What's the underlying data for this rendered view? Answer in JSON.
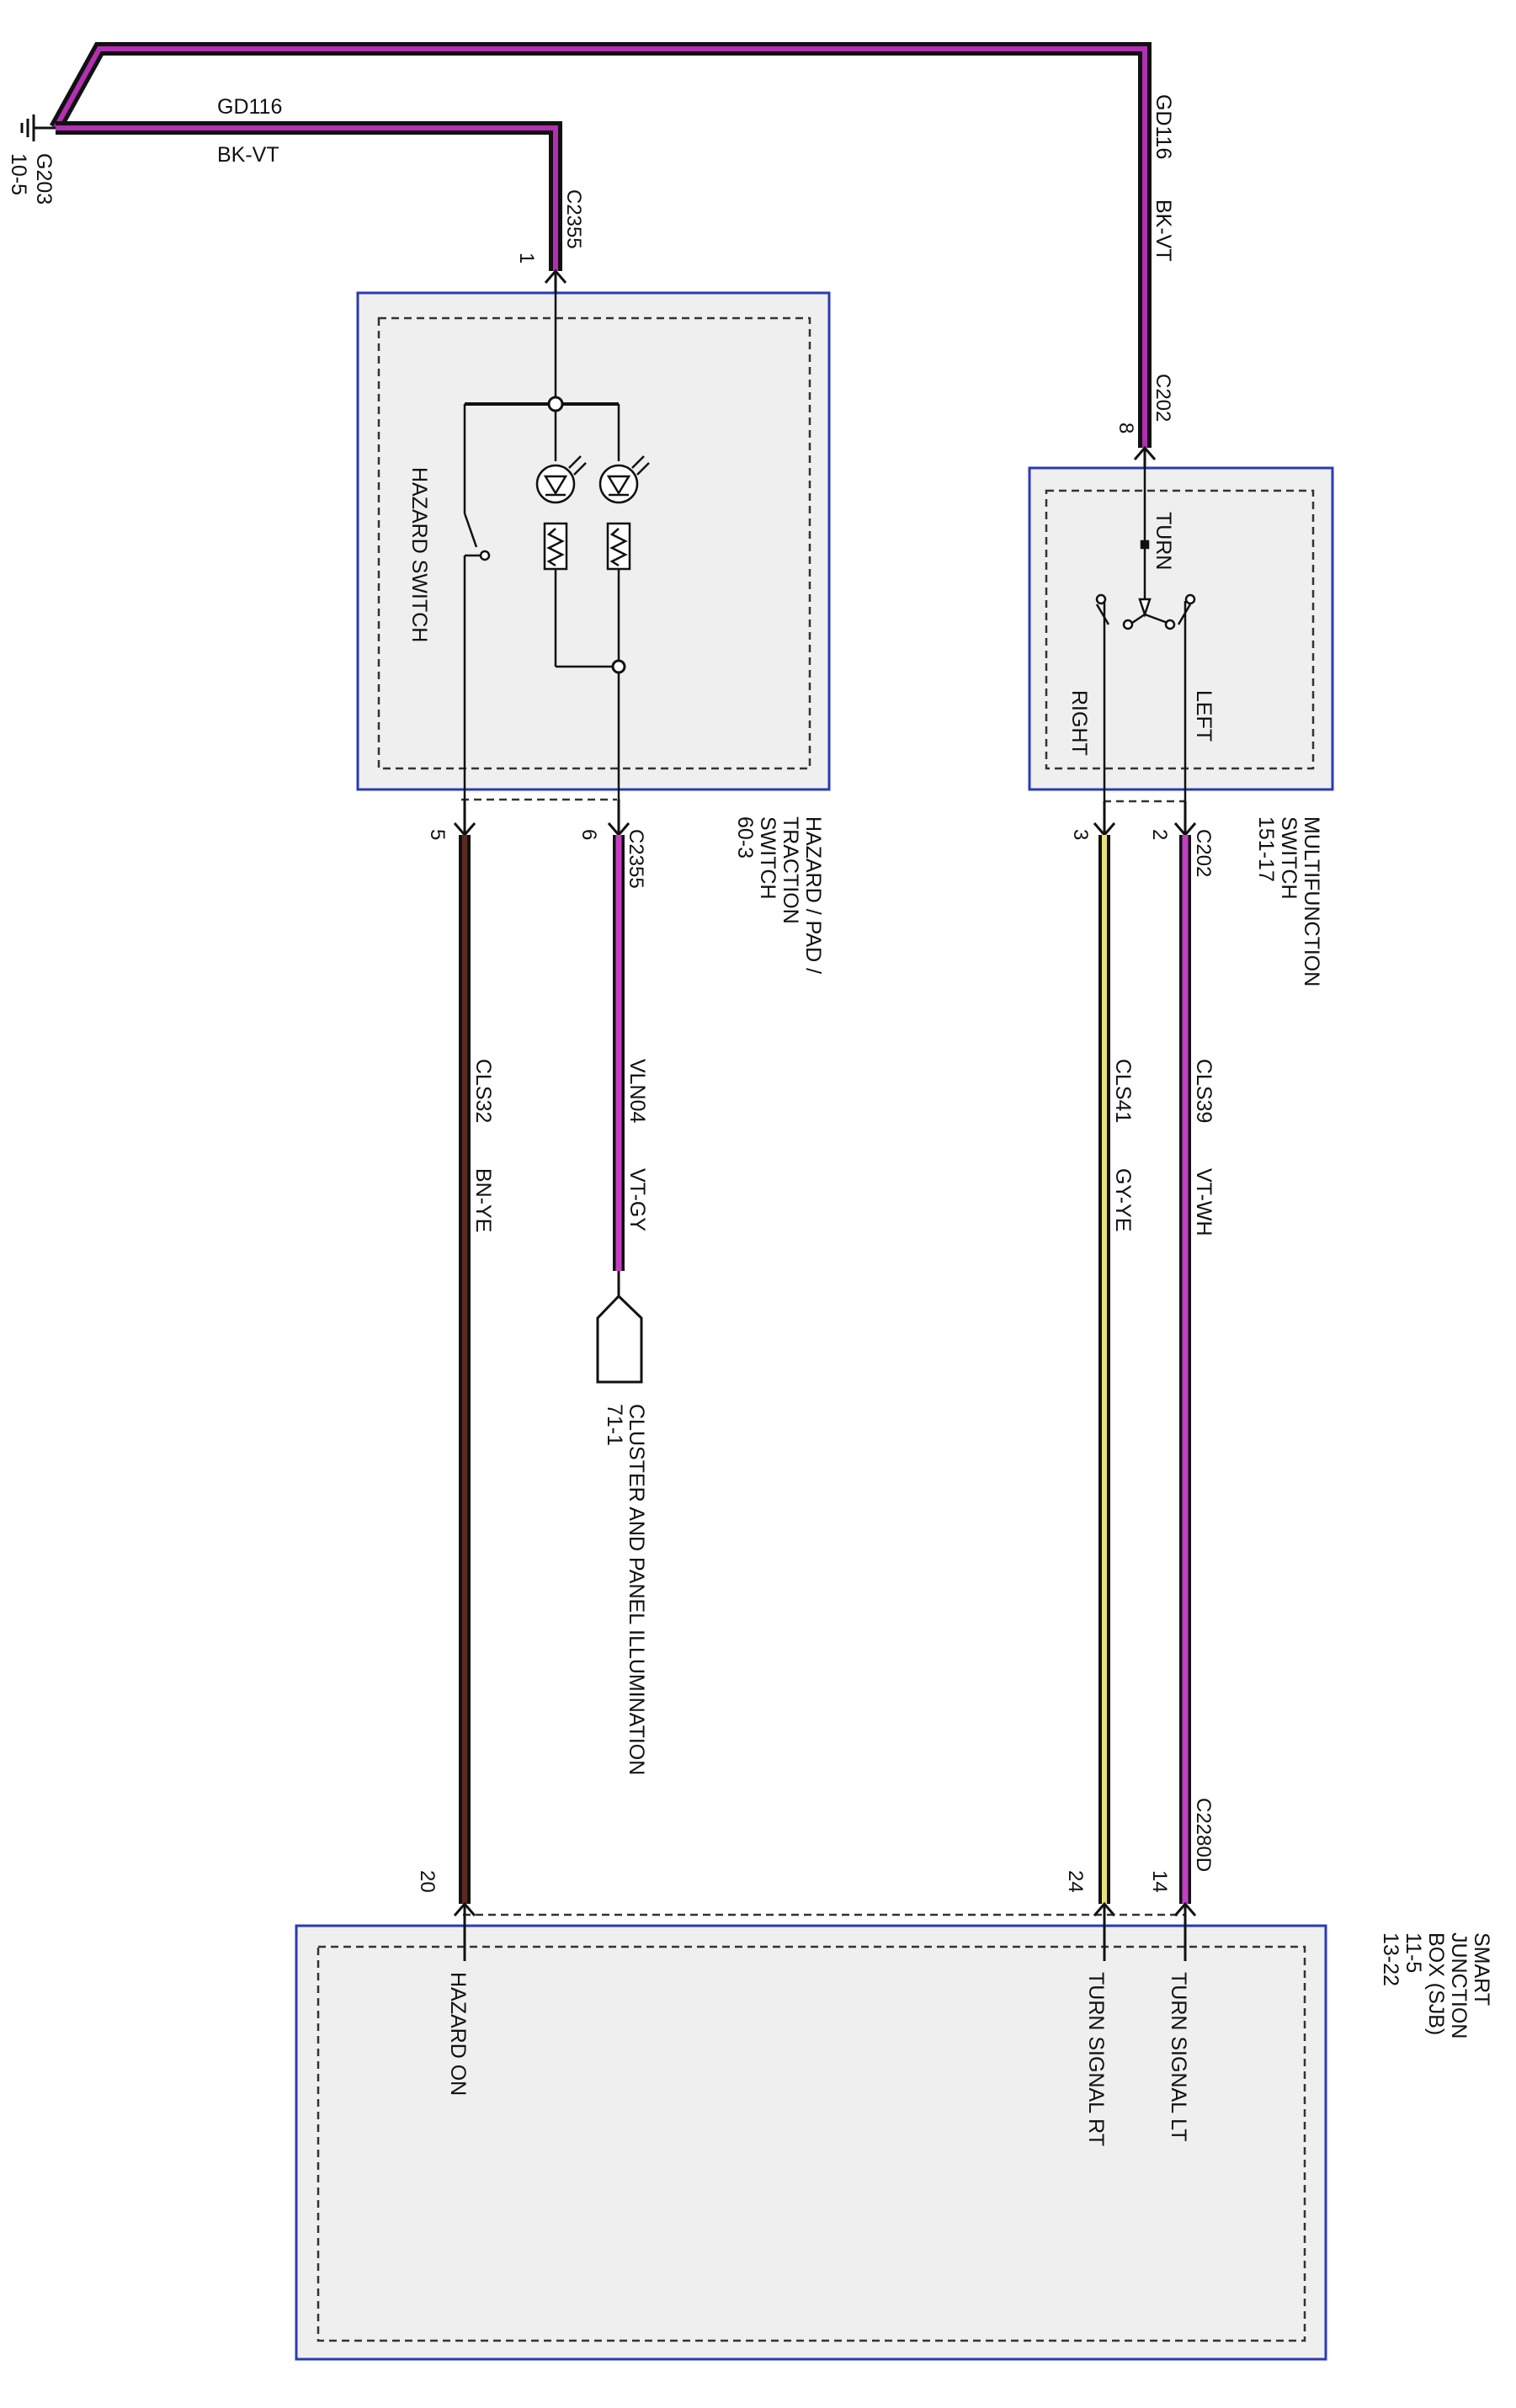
{
  "ground": {
    "connector": "G203",
    "ref": "10-5"
  },
  "wires": {
    "ground_left": {
      "circuit": "GD116",
      "color": "BK-VT"
    },
    "ground_right": {
      "circuit": "GD116",
      "color": "BK-VT"
    },
    "cls32": {
      "circuit": "CLS32",
      "color": "BN-YE"
    },
    "vln04": {
      "circuit": "VLN04",
      "color": "VT-GY"
    },
    "cls41": {
      "circuit": "CLS41",
      "color": "GY-YE"
    },
    "cls39": {
      "circuit": "CLS39",
      "color": "VT-WH"
    }
  },
  "connectors": {
    "c2355_top": {
      "name": "C2355",
      "pin": "1"
    },
    "c2355_bottom": {
      "name": "C2355",
      "pin_left": "5",
      "pin_right": "6"
    },
    "c202_top": {
      "name": "C202",
      "pin": "8"
    },
    "c202_bottom": {
      "name": "C202",
      "pin_left": "3",
      "pin_right": "2"
    },
    "c2280d": {
      "name": "C2280D",
      "pin_hazard": "20",
      "pin_rt": "24",
      "pin_lt": "14"
    }
  },
  "components": {
    "hazard_switch": {
      "inner_label": "HAZARD SWITCH",
      "name_lines": [
        "HAZARD / PAD /",
        "TRACTION",
        "SWITCH",
        "60-3"
      ]
    },
    "multifunction": {
      "label_turn": "TURN",
      "label_right": "RIGHT",
      "label_left": "LEFT",
      "name_lines": [
        "MULTIFUNCTION",
        "SWITCH",
        "151-17"
      ]
    },
    "cluster": {
      "name": "CLUSTER AND PANEL ILLUMINATION",
      "ref": "71-1"
    },
    "sjb": {
      "name_lines": [
        "SMART",
        "JUNCTION",
        "BOX (SJB)",
        "11-5",
        "13-22"
      ],
      "signal_hazard": "HAZARD ON",
      "signal_rt": "TURN SIGNAL RT",
      "signal_lt": "TURN SIGNAL LT"
    }
  },
  "colors": {
    "frame": "#2a3bb5",
    "fill": "#efefef",
    "bk_vt_outer": "#111111",
    "bk_vt_inner": "#b32fb3",
    "bn_ye": "#5c2a1e",
    "violet": "#c43fc4",
    "gy_ye": "#e9e27a"
  }
}
